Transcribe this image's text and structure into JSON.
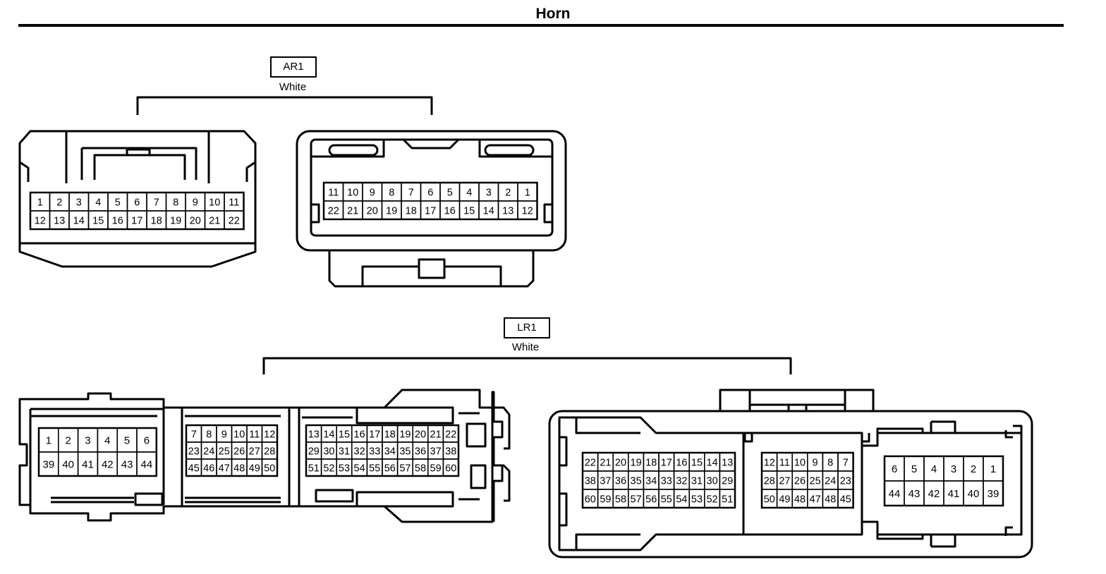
{
  "title": "Horn",
  "connectors": [
    {
      "id": "AR1",
      "label": "AR1",
      "color": "White",
      "views": [
        {
          "name": "ar1-left",
          "cell_w": 27.5,
          "cell_h": 26,
          "rows": [
            [
              "1",
              "2",
              "3",
              "4",
              "5",
              "6",
              "7",
              "8",
              "9",
              "10",
              "11"
            ],
            [
              "12",
              "13",
              "14",
              "15",
              "16",
              "17",
              "18",
              "19",
              "20",
              "21",
              "22"
            ]
          ]
        },
        {
          "name": "ar1-right",
          "cell_w": 27.5,
          "cell_h": 26,
          "rows": [
            [
              "11",
              "10",
              "9",
              "8",
              "7",
              "6",
              "5",
              "4",
              "3",
              "2",
              "1"
            ],
            [
              "22",
              "21",
              "20",
              "19",
              "18",
              "17",
              "16",
              "15",
              "14",
              "13",
              "12"
            ]
          ]
        }
      ]
    },
    {
      "id": "LR1",
      "label": "LR1",
      "color": "White",
      "views": [
        {
          "name": "lr1-left-a",
          "cell_w": 27.8,
          "cell_h": 34,
          "rows": [
            [
              "1",
              "2",
              "3",
              "4",
              "5",
              "6"
            ],
            [
              "39",
              "40",
              "41",
              "42",
              "43",
              "44"
            ]
          ]
        },
        {
          "name": "lr1-left-b",
          "cell_w": 21.5,
          "cell_h": 24,
          "rows": [
            [
              "7",
              "8",
              "9",
              "10",
              "11",
              "12"
            ],
            [
              "23",
              "24",
              "25",
              "26",
              "27",
              "28"
            ],
            [
              "45",
              "46",
              "47",
              "48",
              "49",
              "50"
            ]
          ]
        },
        {
          "name": "lr1-left-c",
          "cell_w": 21.6,
          "cell_h": 24,
          "rows": [
            [
              "13",
              "14",
              "15",
              "16",
              "17",
              "18",
              "19",
              "20",
              "21",
              "22"
            ],
            [
              "29",
              "30",
              "31",
              "32",
              "33",
              "34",
              "35",
              "36",
              "37",
              "38"
            ],
            [
              "51",
              "52",
              "53",
              "54",
              "55",
              "56",
              "57",
              "58",
              "59",
              "60"
            ]
          ]
        },
        {
          "name": "lr1-right-a",
          "cell_w": 21.6,
          "cell_h": 26,
          "rows": [
            [
              "22",
              "21",
              "20",
              "19",
              "18",
              "17",
              "16",
              "15",
              "14",
              "13"
            ],
            [
              "38",
              "37",
              "36",
              "35",
              "34",
              "33",
              "32",
              "31",
              "30",
              "29"
            ],
            [
              "60",
              "59",
              "58",
              "57",
              "56",
              "55",
              "54",
              "53",
              "52",
              "51"
            ]
          ]
        },
        {
          "name": "lr1-right-b",
          "cell_w": 21.6,
          "cell_h": 26,
          "rows": [
            [
              "12",
              "11",
              "10",
              "9",
              "8",
              "7"
            ],
            [
              "28",
              "27",
              "26",
              "25",
              "24",
              "23"
            ],
            [
              "50",
              "49",
              "48",
              "47",
              "48",
              "45"
            ]
          ]
        },
        {
          "name": "lr1-right-c",
          "cell_w": 28,
          "cell_h": 35,
          "rows": [
            [
              "6",
              "5",
              "4",
              "3",
              "2",
              "1"
            ],
            [
              "44",
              "43",
              "42",
              "41",
              "40",
              "39"
            ]
          ]
        }
      ]
    }
  ]
}
